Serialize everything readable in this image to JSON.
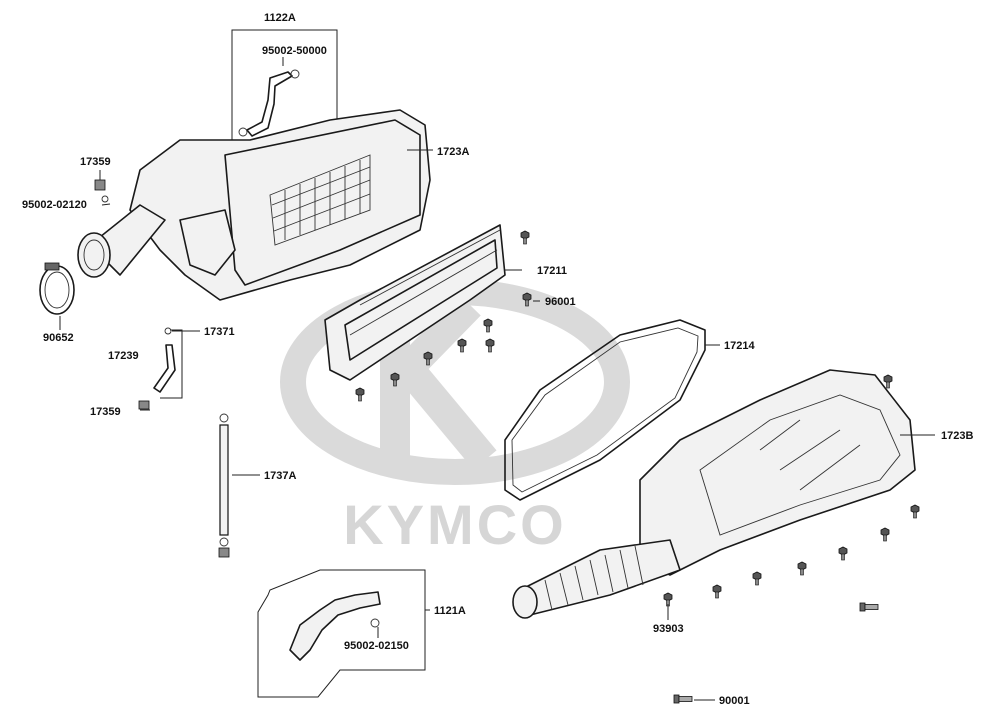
{
  "watermark": {
    "text": "KYMCO",
    "color": "#d6d6d6"
  },
  "part_labels": {
    "p1122A": "1122A",
    "p95002_50000": "95002-50000",
    "p1723A": "1723A",
    "p17359_top": "17359",
    "p95002_02120": "95002-02120",
    "p17211": "17211",
    "p96001": "96001",
    "p90652": "90652",
    "p17371": "17371",
    "p17239": "17239",
    "p17359_bottom": "17359",
    "p17214": "17214",
    "p1723B": "1723B",
    "p1737A": "1737A",
    "p1121A": "1121A",
    "p95002_02150": "95002-02150",
    "p93903": "93903",
    "p90001": "90001"
  },
  "icons": {
    "screw": "screw-icon",
    "clamp": "hose-clamp-icon",
    "bolt": "bolt-icon"
  },
  "colors": {
    "line": "#1a1a1a",
    "fill": "#f2f2f2",
    "watermark": "#d6d6d6"
  }
}
